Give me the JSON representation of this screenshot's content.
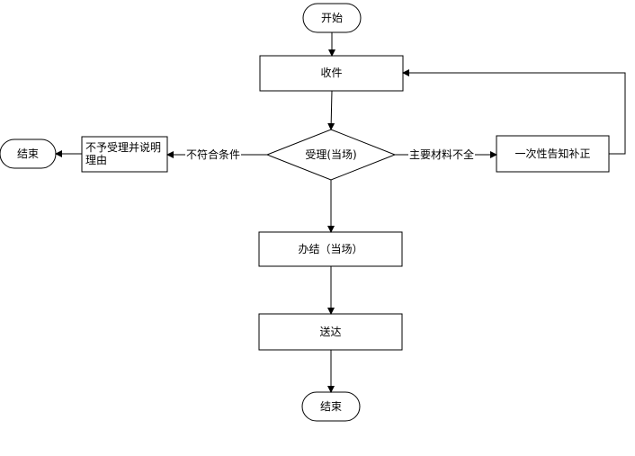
{
  "nodes": {
    "start": "开始",
    "receive": "收件",
    "accept": "受理(当场)",
    "reject": "不予受理并说明理由",
    "end_left": "结束",
    "notify": "一次性告知补正",
    "handle": "办结（当场）",
    "deliver": "送达",
    "end_bottom": "结束"
  },
  "edges": {
    "not_qualified": "不符合条件",
    "materials_incomplete": "主要材料不全"
  }
}
